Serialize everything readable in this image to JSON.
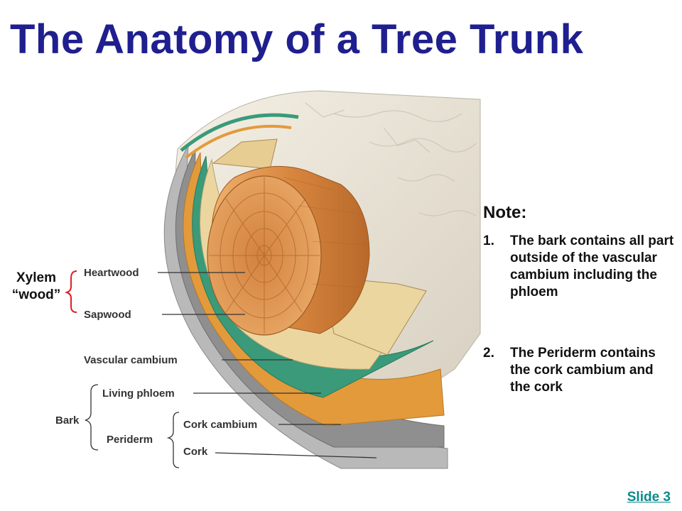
{
  "title": "The Anatomy of a Tree Trunk",
  "labels": {
    "heartwood": "Heartwood",
    "sapwood": "Sapwood",
    "vascular_cambium": "Vascular cambium",
    "living_phloem": "Living phloem",
    "bark": "Bark",
    "periderm": "Periderm",
    "cork_cambium": "Cork cambium",
    "cork": "Cork"
  },
  "xylem": {
    "line1": "Xylem",
    "line2": "“wood”"
  },
  "note": {
    "heading": "Note:",
    "items": [
      {
        "num": "1.",
        "text": "The bark contains all part outside of the vascular cambium including the phloem"
      },
      {
        "num": "2.",
        "text": "The Periderm contains the cork cambium and the cork"
      }
    ]
  },
  "slide_link": "Slide 3",
  "colors": {
    "title": "#1f1f8f",
    "bark_outer": "#ece6d8",
    "vascular_cambium": "#3a9a7a",
    "living_phloem": "#e39a3a",
    "heartwood": "#d98b45",
    "sapwood": "#ecd6a0",
    "cork": "#b5b5b5",
    "xylem_brace": "#e02020",
    "link": "#0a8a8a"
  }
}
